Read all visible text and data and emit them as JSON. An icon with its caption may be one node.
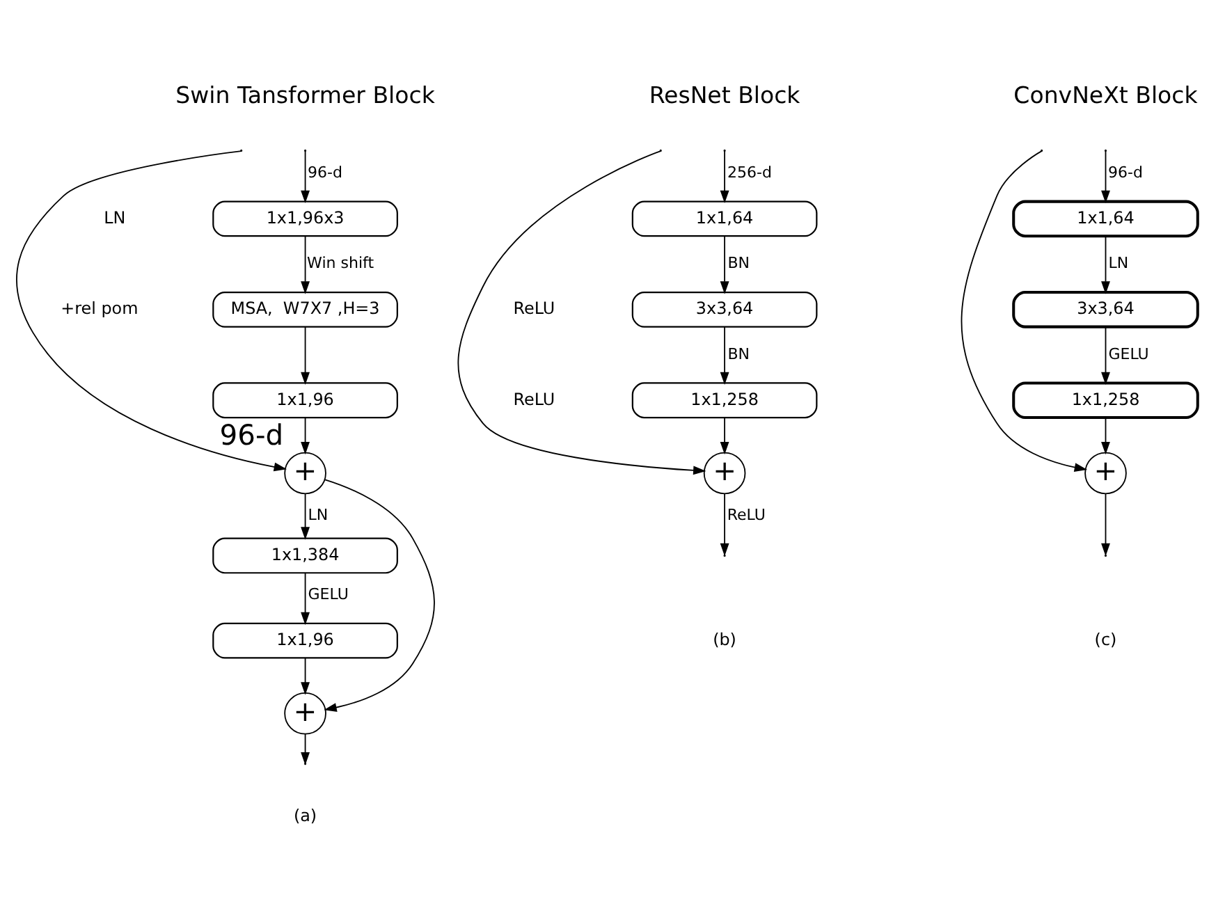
{
  "diagram": {
    "nodes": [
      {
        "text": [
          "1x1,96x3"
        ]
      },
      {
        "text": [
          "MSA,  W7X7 ,H=3"
        ]
      },
      {
        "text": [
          "1x1,96"
        ]
      },
      {
        "text": [
          "+"
        ],
        "beside": [
          "96-d"
        ]
      },
      {
        "text": [
          "1x1,384"
        ]
      },
      {
        "text": [
          "1x1,96"
        ]
      },
      {
        "text": [
          "+"
        ]
      },
      {
        "text": [
          "1x1,64"
        ]
      },
      {
        "text": [
          "3x3,64"
        ]
      },
      {
        "text": [
          "1x1,258"
        ]
      },
      {
        "text": [
          "+"
        ]
      },
      {
        "text": [
          "1x1,64"
        ]
      },
      {
        "text": [
          "3x3,64"
        ]
      },
      {
        "text": [
          "1x1,258"
        ]
      },
      {
        "text": [
          "+"
        ]
      }
    ],
    "edges": [
      {
        "from": null,
        "to": 0,
        "arrow": "to",
        "label": "96-d"
      },
      {
        "from": null,
        "to": 3,
        "arrow": "to"
      },
      {
        "from": 0,
        "to": 1,
        "arrow": "to",
        "label": "Win shift"
      },
      {
        "from": 1,
        "to": 2,
        "arrow": "to"
      },
      {
        "from": 2,
        "to": 3,
        "arrow": "to"
      },
      {
        "from": 3,
        "to": 4,
        "arrow": "to",
        "label": "LN"
      },
      {
        "from": 3,
        "to": 6,
        "arrow": "to"
      },
      {
        "from": 4,
        "to": 5,
        "arrow": "to",
        "label": "GELU"
      },
      {
        "from": 5,
        "to": 6,
        "arrow": "to"
      },
      {
        "from": 6,
        "to": null,
        "arrow": "to"
      },
      {
        "from": null,
        "to": 7,
        "arrow": "to",
        "label": "256-d"
      },
      {
        "from": null,
        "to": 10,
        "arrow": "to"
      },
      {
        "from": 7,
        "to": 8,
        "arrow": "to",
        "label": "BN"
      },
      {
        "from": 8,
        "to": 9,
        "arrow": "to",
        "label": "BN"
      },
      {
        "from": 9,
        "to": 10,
        "arrow": "to"
      },
      {
        "from": 10,
        "to": null,
        "arrow": "to",
        "label": "ReLU"
      },
      {
        "from": null,
        "to": 11,
        "arrow": "to",
        "label": "96-d"
      },
      {
        "from": null,
        "to": 14,
        "arrow": "to"
      },
      {
        "from": 11,
        "to": 12,
        "arrow": "to",
        "label": "LN"
      },
      {
        "from": 12,
        "to": 13,
        "arrow": "to",
        "label": "GELU"
      },
      {
        "from": 13,
        "to": 14,
        "arrow": "to"
      },
      {
        "from": 14,
        "to": null,
        "arrow": "to"
      }
    ],
    "labels": [
      "Swin Tansformer Block",
      "LN",
      "+rel pom",
      "ResNet Block",
      "ReLU",
      "ReLU",
      "ConvNeXt Block",
      "(a)",
      "(b)",
      "(c)"
    ]
  }
}
